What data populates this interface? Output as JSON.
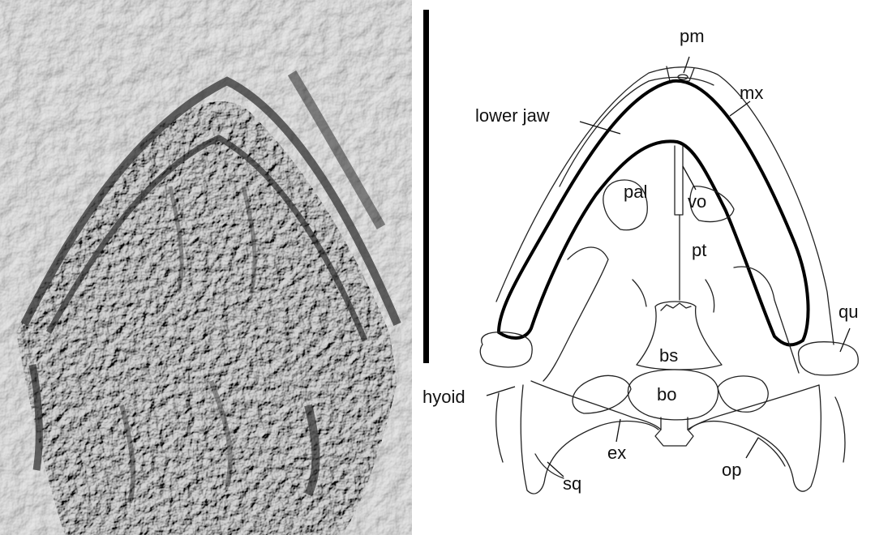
{
  "figure": {
    "photo_description": "fossil-photograph",
    "labels": {
      "pm": "pm",
      "mx": "mx",
      "lower_jaw": "lower jaw",
      "pal": "pal",
      "vo": "vo",
      "pt": "pt",
      "qu": "qu",
      "bs": "bs",
      "bo": "bo",
      "hyoid": "hyoid",
      "ex": "ex",
      "op": "op",
      "sq": "sq"
    }
  }
}
